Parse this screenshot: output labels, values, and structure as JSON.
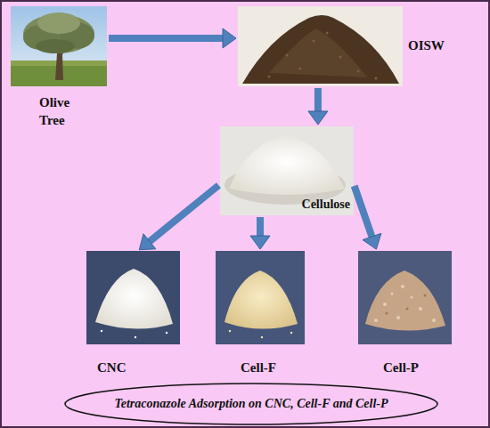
{
  "diagram": {
    "nodes": [
      {
        "text": [
          "Olive Tree"
        ]
      },
      {
        "text": [
          "OISW"
        ]
      },
      {
        "text": [
          "Cellulose"
        ]
      },
      {
        "text": [
          "CNC"
        ]
      },
      {
        "text": [
          "Cell-F"
        ]
      },
      {
        "text": [
          "Cell-P"
        ]
      },
      {
        "text": [
          "Tetraconazole Adsorption on CNC, Cell-F and Cell-P"
        ]
      }
    ],
    "edges": [
      {
        "from": 0,
        "to": 1,
        "arrow": "to"
      },
      {
        "from": 1,
        "to": 2,
        "arrow": "to"
      },
      {
        "from": 2,
        "to": 3,
        "arrow": "to"
      },
      {
        "from": 2,
        "to": 4,
        "arrow": "to"
      },
      {
        "from": 2,
        "to": 5,
        "arrow": "to"
      }
    ]
  }
}
